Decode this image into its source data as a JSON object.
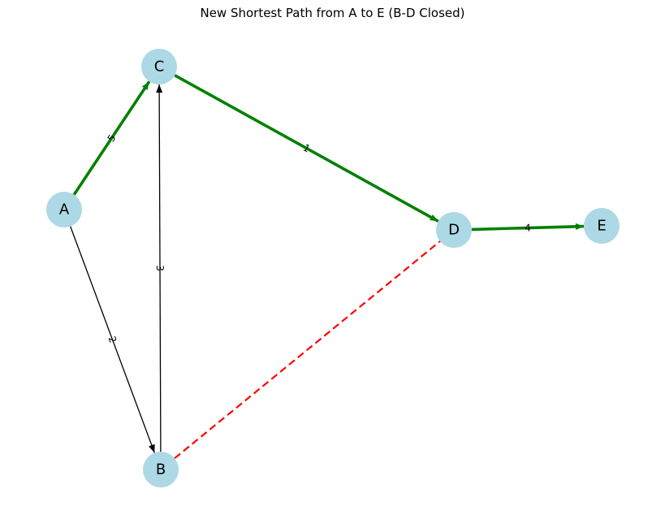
{
  "title": "New Shortest Path from A to E (B-D Closed)",
  "colors": {
    "node_fill": "#add8e6",
    "path_edge": "#008000",
    "normal_edge": "#000000",
    "closed_edge": "#ff0000",
    "background": "#ffffff"
  },
  "nodes": [
    {
      "id": "A",
      "label": "A"
    },
    {
      "id": "B",
      "label": "B"
    },
    {
      "id": "C",
      "label": "C"
    },
    {
      "id": "D",
      "label": "D"
    },
    {
      "id": "E",
      "label": "E"
    }
  ],
  "edges": [
    {
      "id": "A-C",
      "from": "A",
      "to": "C",
      "weight": "5",
      "style": "path",
      "directed": true
    },
    {
      "id": "C-D",
      "from": "C",
      "to": "D",
      "weight": "1",
      "style": "path",
      "directed": true
    },
    {
      "id": "D-E",
      "from": "D",
      "to": "E",
      "weight": "4",
      "style": "path",
      "directed": true
    },
    {
      "id": "A-B",
      "from": "A",
      "to": "B",
      "weight": "2",
      "style": "normal",
      "directed": true
    },
    {
      "id": "B-C",
      "from": "B",
      "to": "C",
      "weight": "3",
      "style": "normal",
      "directed": true
    },
    {
      "id": "B-D",
      "from": "B",
      "to": "D",
      "weight": "",
      "style": "closed",
      "directed": false
    }
  ]
}
